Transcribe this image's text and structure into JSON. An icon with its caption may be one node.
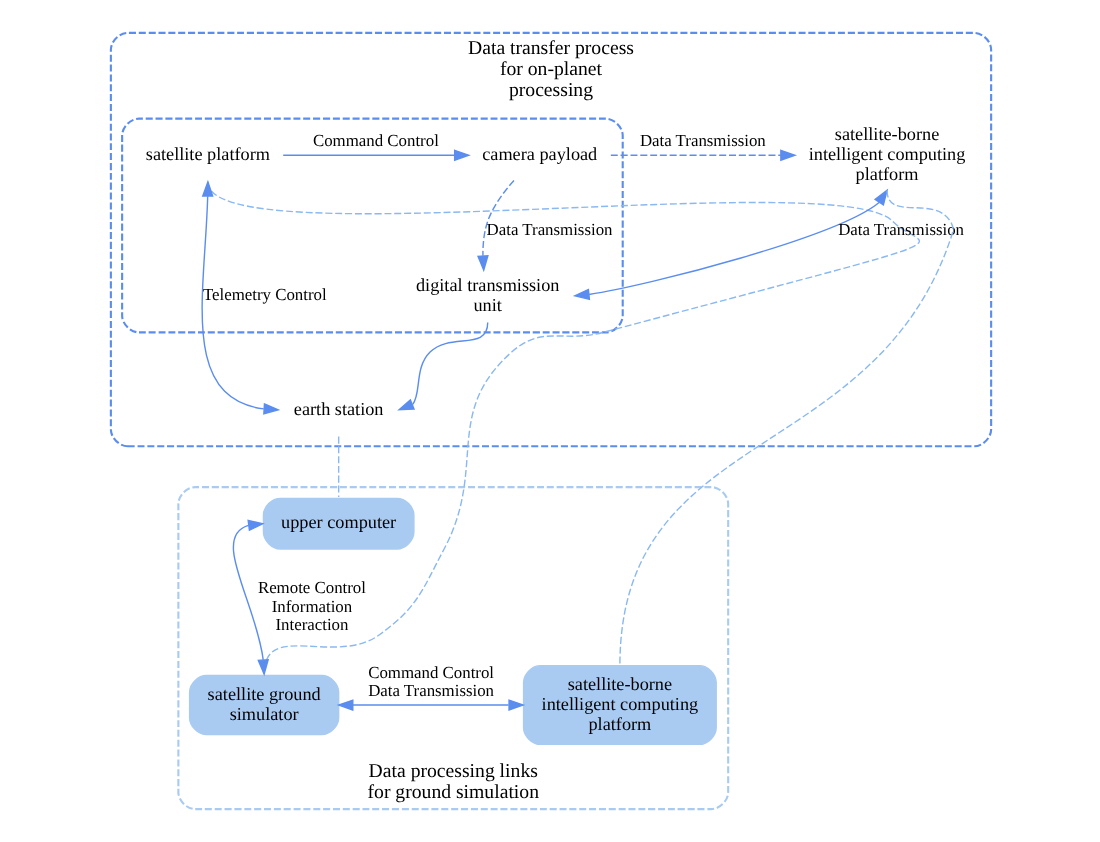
{
  "diagram": {
    "nodes": [
      {
        "text": [
          "Data transfer process for on-planet processing"
        ]
      },
      {
        "text": [],
        "shape": "box",
        "in": 0
      },
      {
        "text": [
          "satellite platform"
        ],
        "in": 1
      },
      {
        "text": [
          "camera payload"
        ],
        "in": 1
      },
      {
        "text": [
          "digital transmission unit"
        ],
        "in": 1
      },
      {
        "text": [
          "satellite-borne intelligent computing platform"
        ],
        "in": 0
      },
      {
        "text": [
          "earth station"
        ],
        "in": 0
      },
      {
        "text": [
          "Data processing links for ground simulation"
        ]
      },
      {
        "text": [
          "upper computer"
        ],
        "in": 7
      },
      {
        "text": [
          "satellite ground simulator"
        ],
        "in": 7
      },
      {
        "text": [
          "satellite-borne intelligent computing platform"
        ],
        "in": 7
      }
    ],
    "edges": [
      {
        "from": 2,
        "to": 3,
        "arrow": "to",
        "label": "Command Control"
      },
      {
        "from": 3,
        "to": 5,
        "arrow": "to",
        "label": "Data Transmission",
        "style": "dashed"
      },
      {
        "from": 3,
        "to": 4,
        "arrow": "to",
        "label": "Data Transmission",
        "style": "dashed"
      },
      {
        "from": 4,
        "to": 5,
        "arrow": "both",
        "label": "Data Transmission"
      },
      {
        "from": 6,
        "to": 2,
        "arrow": "both",
        "label": "Telemetry Control"
      },
      {
        "from": 4,
        "to": 6,
        "arrow": "to"
      },
      {
        "from": 2,
        "to": 9,
        "arrow": "none",
        "style": "dashed",
        "color": "#8ab8f0"
      },
      {
        "from": 6,
        "to": 8,
        "arrow": "none",
        "style": "dashed",
        "color": "#8ab8f0"
      },
      {
        "from": 5,
        "to": 10,
        "arrow": "none",
        "style": "dashed",
        "color": "#8ab8f0"
      },
      {
        "from": 8,
        "to": 9,
        "arrow": "both",
        "label": "Remote Control Information Interaction"
      },
      {
        "from": 9,
        "to": 10,
        "arrow": "both",
        "label": "Command Control Data Transmission"
      }
    ]
  }
}
